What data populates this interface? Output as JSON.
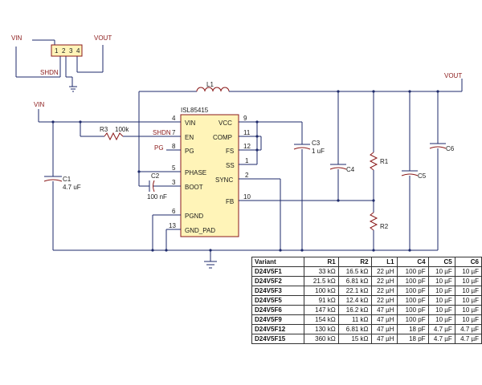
{
  "connector": {
    "vin": "VIN",
    "vout": "VOUT",
    "shdn": "SHDN",
    "pins": [
      "1",
      "2",
      "3",
      "4"
    ]
  },
  "ic": {
    "name": "ISL85415",
    "left_pins": [
      {
        "num": "4",
        "name": "VIN"
      },
      {
        "num": "7",
        "name": "EN"
      },
      {
        "num": "8",
        "name": "PG"
      },
      {
        "num": "5",
        "name": "PHASE"
      },
      {
        "num": "3",
        "name": "BOOT"
      },
      {
        "num": "6",
        "name": "PGND"
      },
      {
        "num": "13",
        "name": "GND_PAD"
      }
    ],
    "right_pins": [
      {
        "num": "9",
        "name": "VCC"
      },
      {
        "num": "11",
        "name": "COMP"
      },
      {
        "num": "12",
        "name": "FS"
      },
      {
        "num": "1",
        "name": "SS"
      },
      {
        "num": "2",
        "name": "SYNC"
      },
      {
        "num": "10",
        "name": "FB"
      }
    ]
  },
  "nets": {
    "vin": "VIN",
    "vout": "VOUT",
    "shdn": "SHDN",
    "pg": "PG"
  },
  "components": {
    "l1": "L1",
    "r3": "R3",
    "r3_value": "100k",
    "c2": "C2",
    "c2_value": "100 nF",
    "c1": "C1",
    "c1_value": "4.7 uF",
    "c3": "C3",
    "c3_value": "1 uF",
    "c4": "C4",
    "r1": "R1",
    "r2": "R2",
    "c5": "C5",
    "c6": "C6"
  },
  "table": {
    "headers": [
      "Variant",
      "R1",
      "R2",
      "L1",
      "C4",
      "C5",
      "C6"
    ],
    "rows": [
      [
        "D24V5F1",
        "33 kΩ",
        "16.5 kΩ",
        "22 µH",
        "100 pF",
        "10 µF",
        "10 µF"
      ],
      [
        "D24V5F2",
        "21.5 kΩ",
        "6.81 kΩ",
        "22 µH",
        "100 pF",
        "10 µF",
        "10 µF"
      ],
      [
        "D24V5F3",
        "100 kΩ",
        "22.1 kΩ",
        "22 µH",
        "100 pF",
        "10 µF",
        "10 µF"
      ],
      [
        "D24V5F5",
        "91 kΩ",
        "12.4 kΩ",
        "22 µH",
        "100 pF",
        "10 µF",
        "10 µF"
      ],
      [
        "D24V5F6",
        "147 kΩ",
        "16.2 kΩ",
        "47 µH",
        "100 pF",
        "10 µF",
        "10 µF"
      ],
      [
        "D24V5F9",
        "154 kΩ",
        "11 kΩ",
        "47 µH",
        "100 pF",
        "10 µF",
        "10 µF"
      ],
      [
        "D24V5F12",
        "130 kΩ",
        "6.81 kΩ",
        "47 µH",
        "18 pF",
        "4.7 µF",
        "4.7 µF"
      ],
      [
        "D24V5F15",
        "360 kΩ",
        "15 kΩ",
        "47 µH",
        "18 pF",
        "4.7 µF",
        "4.7 µF"
      ]
    ]
  }
}
